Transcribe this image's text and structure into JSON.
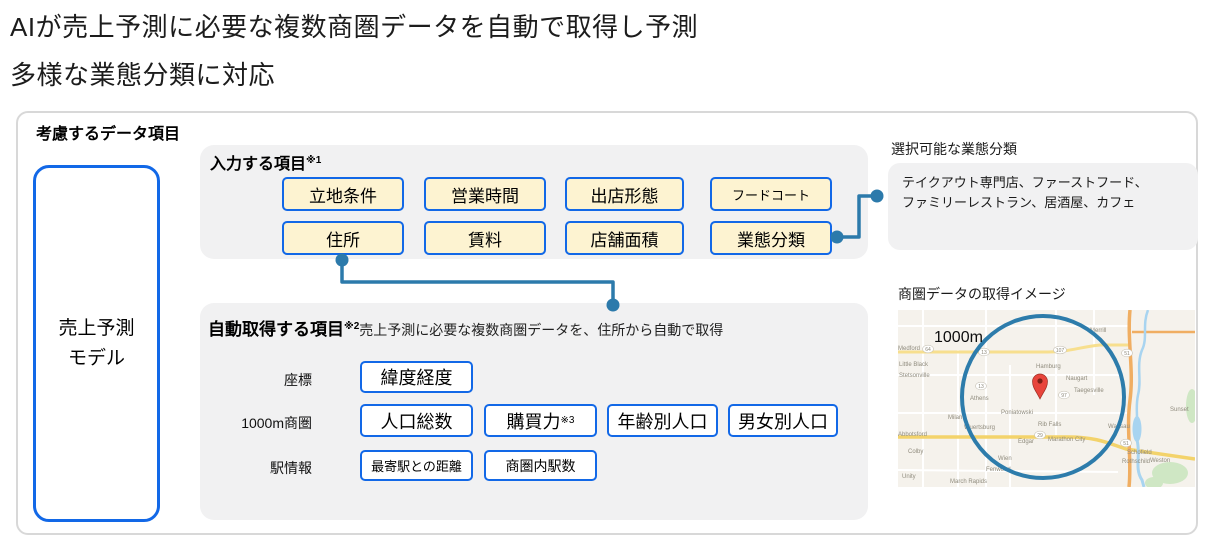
{
  "title": {
    "line1": "AIが売上予測に必要な複数商圏データを自動で取得し予測",
    "line2": "多様な業態分類に対応"
  },
  "frame": {
    "heading": "考慮するデータ項目"
  },
  "model_box": {
    "line1": "売上予測",
    "line2": "モデル"
  },
  "input_section": {
    "heading": "入力する項目",
    "sup": "※1",
    "row1": [
      "立地条件",
      "営業時間",
      "出店形態",
      "フードコート"
    ],
    "row2": [
      "住所",
      "賃料",
      "店舗面積",
      "業態分類"
    ]
  },
  "category_note": {
    "heading": "選択可能な業態分類",
    "line1": "テイクアウト専門店、ファーストフード、",
    "line2": "ファミリーレストラン、居酒屋、カフェ"
  },
  "auto_section": {
    "heading": "自動取得する項目",
    "sup": "※2",
    "desc": "売上予測に必要な複数商圏データを、住所から自動で取得",
    "row_labels": [
      "座標",
      "1000m商圏",
      "駅情報"
    ],
    "coord_items": [
      "緯度経度"
    ],
    "area_items": [
      "人口総数",
      "購買力",
      "年齢別人口",
      "男女別人口"
    ],
    "kaibairyoku_sup": "※3",
    "station_items": [
      "最寄駅との距離",
      "商圏内駅数"
    ]
  },
  "map_section": {
    "heading": "商圏データの取得イメージ",
    "radius_label": "1000m",
    "labels": [
      "Merrill",
      "Hamburg",
      "Naugart",
      "Athens",
      "Little Black",
      "Stetsonville",
      "Medford",
      "Poniatowski",
      "Rib Falls",
      "Milan",
      "Wuertsburg",
      "Abbotsford",
      "Edgar",
      "Marathon City",
      "Wausau",
      "Colby",
      "Schofield",
      "Rothschild",
      "Weston",
      "Unity",
      "March Rapids",
      "Wien",
      "Fenwood",
      "Sunset",
      "Taegesville"
    ],
    "shields": [
      "64",
      "13",
      "107",
      "51",
      "13",
      "97",
      "29",
      "51"
    ]
  },
  "colors": {
    "box_border_blue": "#1268e7",
    "box_fill_cream": "#fdf3d1",
    "panel_gray": "#f1f1f2",
    "connector_blue": "#2c7aab",
    "circle_blue": "#2d7cab",
    "pin_red": "#e8453c"
  }
}
